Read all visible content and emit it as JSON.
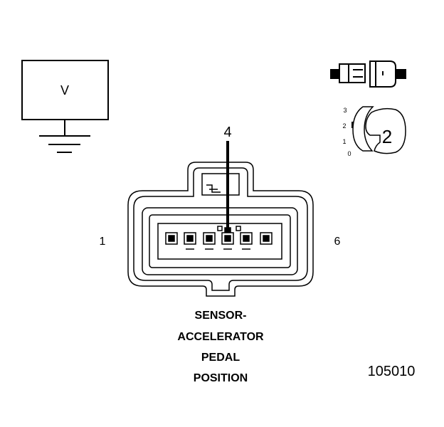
{
  "meter": {
    "label": "V"
  },
  "test_probe": {
    "label": "4"
  },
  "switch_selector": {
    "positions": [
      "3",
      "2",
      "1",
      "0"
    ],
    "selected_label": "2"
  },
  "connector": {
    "pin_left_label": "1",
    "pin_right_label": "6",
    "caption_lines": [
      "SENSOR-",
      "ACCELERATOR",
      "PEDAL",
      "POSITION"
    ]
  },
  "figure_id": "105010",
  "colors": {
    "ink": "#000000",
    "paper": "#ffffff",
    "shade": "#cccccc"
  }
}
